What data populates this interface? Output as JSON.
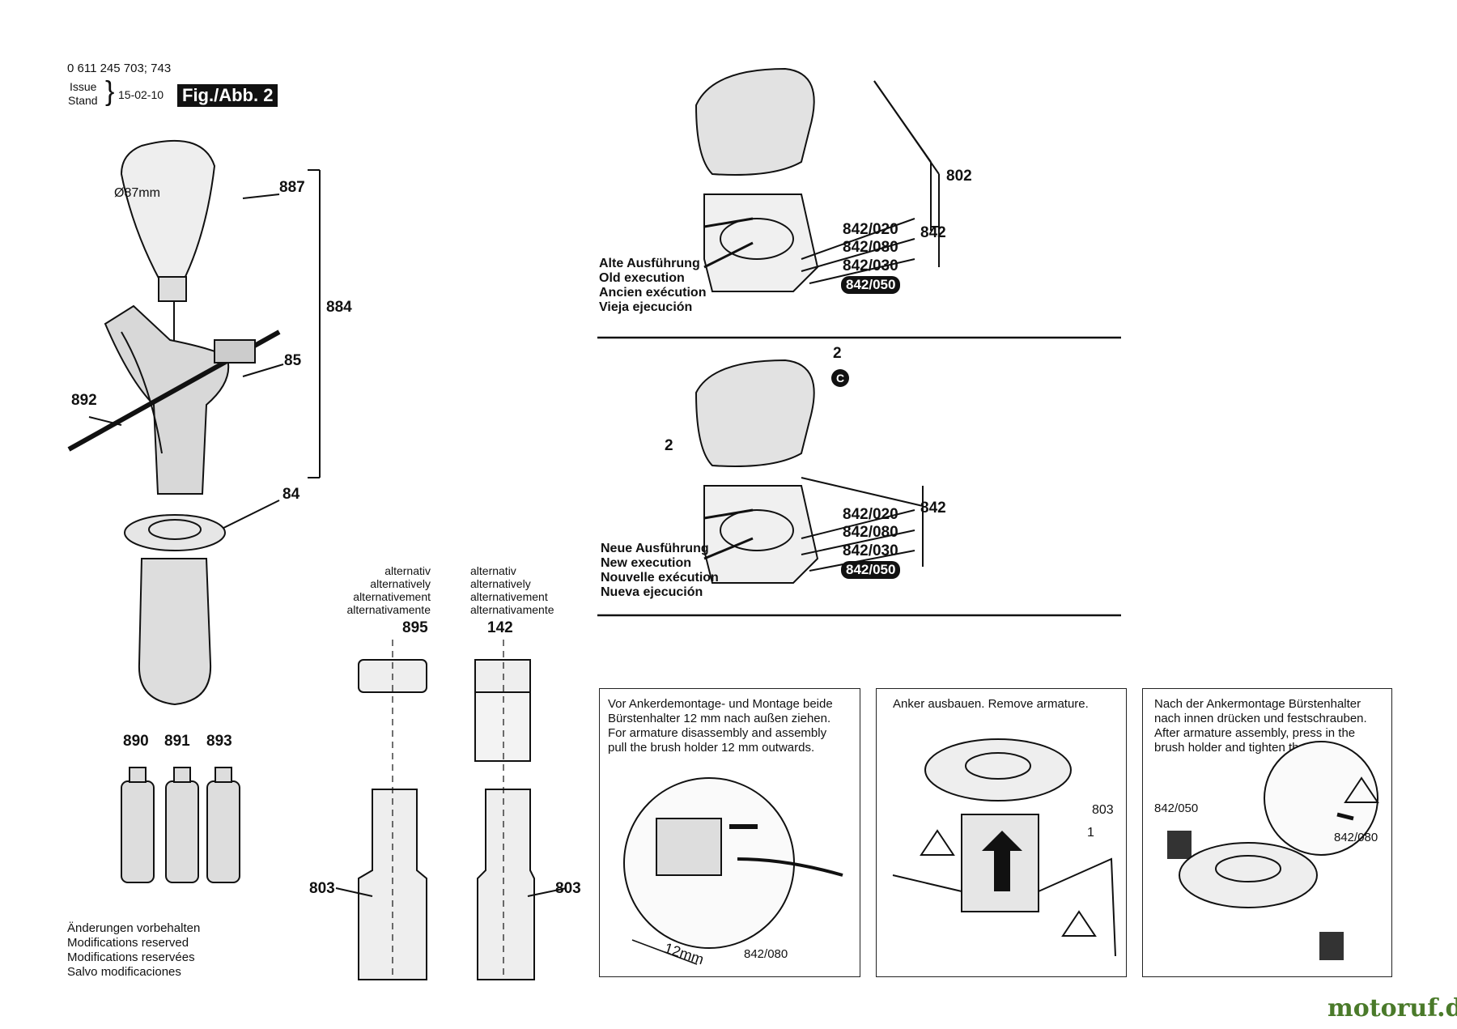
{
  "header": {
    "part_numbers": "0 611 245 703; 743",
    "issue_label": "Issue",
    "stand_label": "Stand",
    "date": "15-02-10",
    "figure": "Fig./Abb. 2"
  },
  "handle": {
    "diameter": "Ø87mm",
    "refs": {
      "r887": "887",
      "r884": "884",
      "r85": "85",
      "r892": "892",
      "r84": "84"
    }
  },
  "tubes": {
    "r890": "890",
    "r891": "891",
    "r893": "893"
  },
  "disclaimer": {
    "line1": "Änderungen vorbehalten",
    "line2": "Modifications reserved",
    "line3": "Modifications reservées",
    "line4": "Salvo modificaciones"
  },
  "alternative": {
    "line1": "alternativ",
    "line2": "alternatively",
    "line3": "alternativement",
    "line4": "alternativamente"
  },
  "tools": {
    "r895": "895",
    "r142": "142",
    "r803a": "803",
    "r803b": "803"
  },
  "old_execution": {
    "line1": "Alte Ausführung",
    "line2": "Old execution",
    "line3": "Ancien exécution",
    "line4": "Vieja ejecución",
    "r802": "802",
    "r842": "842",
    "r842_020": "842/020",
    "r842_080": "842/080",
    "r842_030": "842/030",
    "r842_050": "842/050"
  },
  "new_execution": {
    "line1": "Neue Ausführung",
    "line2": "New execution",
    "line3": "Nouvelle exécution",
    "line4": "Nueva ejecución",
    "r2a": "2",
    "r2b": "2",
    "badge_c": "C",
    "r842": "842",
    "r842_020": "842/020",
    "r842_080": "842/080",
    "r842_030": "842/030",
    "r842_050": "842/050"
  },
  "panels": [
    {
      "text": "Vor Ankerdemontage- und Montage beide\nBürstenhalter 12 mm nach außen ziehen.\nFor armature disassembly and assembly\npull the brush holder 12 mm outwards.",
      "dim": "12mm",
      "ref": "842/080"
    },
    {
      "text": "Anker ausbauen. Remove armature.",
      "ref803": "803",
      "ref1": "1"
    },
    {
      "text": "Nach der Ankermontage Bürstenhalter\nnach innen drücken und festschrauben.\nAfter armature assembly, press in the\nbrush holder and tighten the screw.",
      "ref050": "842/050",
      "ref080": "842/080"
    }
  ],
  "watermark": "motoruf.de"
}
